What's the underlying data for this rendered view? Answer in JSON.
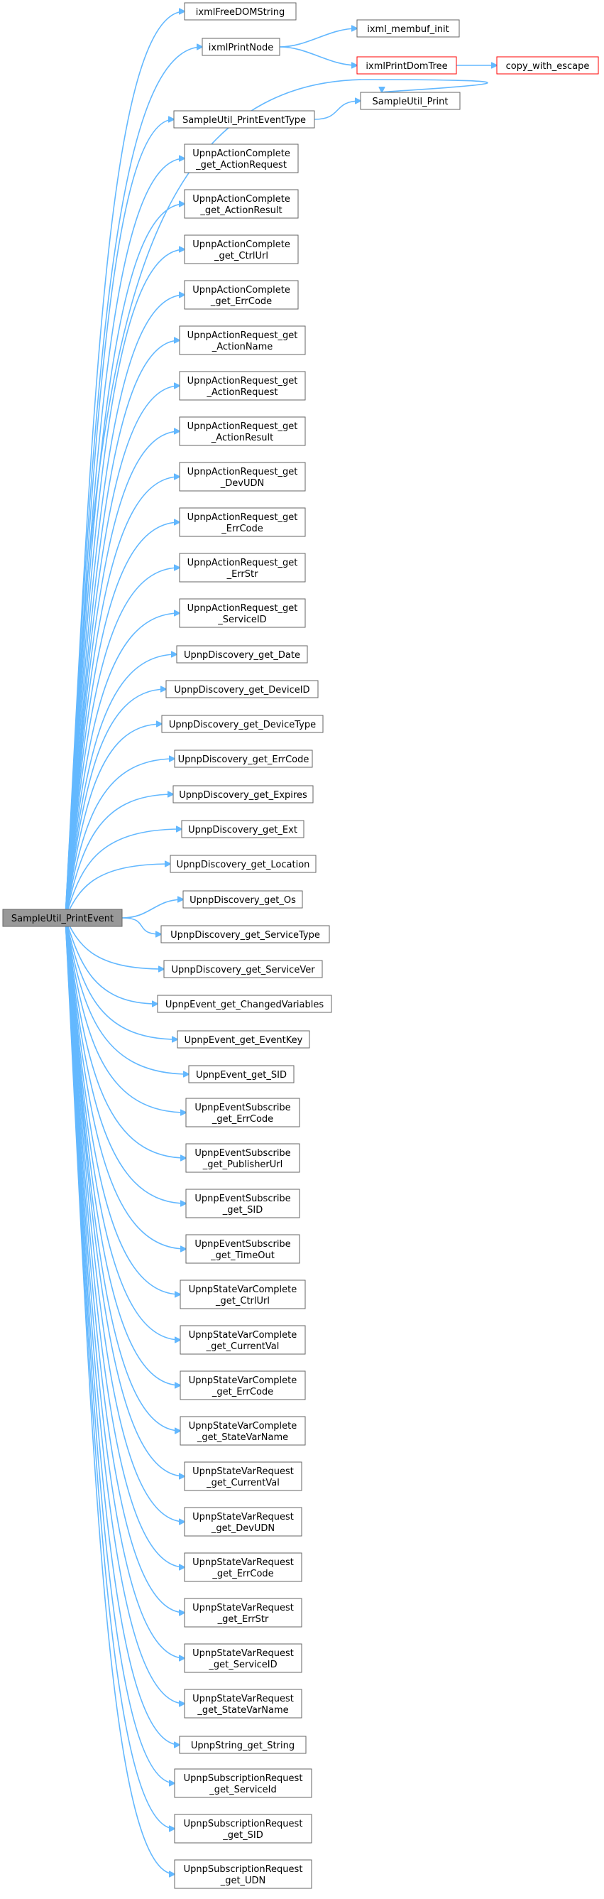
{
  "root": {
    "id": "root",
    "label": "SampleUtil_PrintEvent",
    "style": "root"
  },
  "callees": [
    {
      "id": "n1",
      "lines": [
        "ixmlFreeDOMString"
      ]
    },
    {
      "id": "n2",
      "lines": [
        "ixmlPrintNode"
      ]
    },
    {
      "id": "n3",
      "lines": [
        "SampleUtil_PrintEventType"
      ]
    },
    {
      "id": "n4",
      "lines": [
        "UpnpActionComplete",
        "_get_ActionRequest"
      ]
    },
    {
      "id": "n5",
      "lines": [
        "UpnpActionComplete",
        "_get_ActionResult"
      ]
    },
    {
      "id": "n6",
      "lines": [
        "UpnpActionComplete",
        "_get_CtrlUrl"
      ]
    },
    {
      "id": "n7",
      "lines": [
        "UpnpActionComplete",
        "_get_ErrCode"
      ]
    },
    {
      "id": "n8",
      "lines": [
        "UpnpActionRequest_get",
        "_ActionName"
      ]
    },
    {
      "id": "n9",
      "lines": [
        "UpnpActionRequest_get",
        "_ActionRequest"
      ]
    },
    {
      "id": "n10",
      "lines": [
        "UpnpActionRequest_get",
        "_ActionResult"
      ]
    },
    {
      "id": "n11",
      "lines": [
        "UpnpActionRequest_get",
        "_DevUDN"
      ]
    },
    {
      "id": "n12",
      "lines": [
        "UpnpActionRequest_get",
        "_ErrCode"
      ]
    },
    {
      "id": "n13",
      "lines": [
        "UpnpActionRequest_get",
        "_ErrStr"
      ]
    },
    {
      "id": "n14",
      "lines": [
        "UpnpActionRequest_get",
        "_ServiceID"
      ]
    },
    {
      "id": "n15",
      "lines": [
        "UpnpDiscovery_get_Date"
      ]
    },
    {
      "id": "n16",
      "lines": [
        "UpnpDiscovery_get_DeviceID"
      ]
    },
    {
      "id": "n17",
      "lines": [
        "UpnpDiscovery_get_DeviceType"
      ]
    },
    {
      "id": "n18",
      "lines": [
        "UpnpDiscovery_get_ErrCode"
      ]
    },
    {
      "id": "n19",
      "lines": [
        "UpnpDiscovery_get_Expires"
      ]
    },
    {
      "id": "n20",
      "lines": [
        "UpnpDiscovery_get_Ext"
      ]
    },
    {
      "id": "n21",
      "lines": [
        "UpnpDiscovery_get_Location"
      ]
    },
    {
      "id": "n22",
      "lines": [
        "UpnpDiscovery_get_Os"
      ]
    },
    {
      "id": "n23",
      "lines": [
        "UpnpDiscovery_get_ServiceType"
      ]
    },
    {
      "id": "n24",
      "lines": [
        "UpnpDiscovery_get_ServiceVer"
      ]
    },
    {
      "id": "n25",
      "lines": [
        "UpnpEvent_get_ChangedVariables"
      ]
    },
    {
      "id": "n26",
      "lines": [
        "UpnpEvent_get_EventKey"
      ]
    },
    {
      "id": "n27",
      "lines": [
        "UpnpEvent_get_SID"
      ]
    },
    {
      "id": "n28",
      "lines": [
        "UpnpEventSubscribe",
        "_get_ErrCode"
      ]
    },
    {
      "id": "n29",
      "lines": [
        "UpnpEventSubscribe",
        "_get_PublisherUrl"
      ]
    },
    {
      "id": "n30",
      "lines": [
        "UpnpEventSubscribe",
        "_get_SID"
      ]
    },
    {
      "id": "n31",
      "lines": [
        "UpnpEventSubscribe",
        "_get_TimeOut"
      ]
    },
    {
      "id": "n32",
      "lines": [
        "UpnpStateVarComplete",
        "_get_CtrlUrl"
      ]
    },
    {
      "id": "n33",
      "lines": [
        "UpnpStateVarComplete",
        "_get_CurrentVal"
      ]
    },
    {
      "id": "n34",
      "lines": [
        "UpnpStateVarComplete",
        "_get_ErrCode"
      ]
    },
    {
      "id": "n35",
      "lines": [
        "UpnpStateVarComplete",
        "_get_StateVarName"
      ]
    },
    {
      "id": "n36",
      "lines": [
        "UpnpStateVarRequest",
        "_get_CurrentVal"
      ]
    },
    {
      "id": "n37",
      "lines": [
        "UpnpStateVarRequest",
        "_get_DevUDN"
      ]
    },
    {
      "id": "n38",
      "lines": [
        "UpnpStateVarRequest",
        "_get_ErrCode"
      ]
    },
    {
      "id": "n39",
      "lines": [
        "UpnpStateVarRequest",
        "_get_ErrStr"
      ]
    },
    {
      "id": "n40",
      "lines": [
        "UpnpStateVarRequest",
        "_get_ServiceID"
      ]
    },
    {
      "id": "n41",
      "lines": [
        "UpnpStateVarRequest",
        "_get_StateVarName"
      ]
    },
    {
      "id": "n42",
      "lines": [
        "UpnpString_get_String"
      ]
    },
    {
      "id": "n43",
      "lines": [
        "UpnpSubscriptionRequest",
        "_get_ServiceId"
      ]
    },
    {
      "id": "n44",
      "lines": [
        "UpnpSubscriptionRequest",
        "_get_SID"
      ]
    },
    {
      "id": "n45",
      "lines": [
        "UpnpSubscriptionRequest",
        "_get_UDN"
      ]
    }
  ],
  "secondary": [
    {
      "id": "s1",
      "lines": [
        "ixml_membuf_init"
      ]
    },
    {
      "id": "s2",
      "lines": [
        "ixmlPrintDomTree"
      ],
      "style": "red"
    },
    {
      "id": "s3",
      "lines": [
        "SampleUtil_Print"
      ]
    },
    {
      "id": "s4",
      "lines": [
        "copy_with_escape"
      ],
      "style": "red"
    }
  ],
  "edges": [
    [
      "root",
      "n1"
    ],
    [
      "root",
      "n2"
    ],
    [
      "root",
      "n3"
    ],
    [
      "root",
      "s3"
    ],
    [
      "root",
      "n4"
    ],
    [
      "root",
      "n5"
    ],
    [
      "root",
      "n6"
    ],
    [
      "root",
      "n7"
    ],
    [
      "root",
      "n8"
    ],
    [
      "root",
      "n9"
    ],
    [
      "root",
      "n10"
    ],
    [
      "root",
      "n11"
    ],
    [
      "root",
      "n12"
    ],
    [
      "root",
      "n13"
    ],
    [
      "root",
      "n14"
    ],
    [
      "root",
      "n15"
    ],
    [
      "root",
      "n16"
    ],
    [
      "root",
      "n17"
    ],
    [
      "root",
      "n18"
    ],
    [
      "root",
      "n19"
    ],
    [
      "root",
      "n20"
    ],
    [
      "root",
      "n21"
    ],
    [
      "root",
      "n22"
    ],
    [
      "root",
      "n23"
    ],
    [
      "root",
      "n24"
    ],
    [
      "root",
      "n25"
    ],
    [
      "root",
      "n26"
    ],
    [
      "root",
      "n27"
    ],
    [
      "root",
      "n28"
    ],
    [
      "root",
      "n29"
    ],
    [
      "root",
      "n30"
    ],
    [
      "root",
      "n31"
    ],
    [
      "root",
      "n32"
    ],
    [
      "root",
      "n33"
    ],
    [
      "root",
      "n34"
    ],
    [
      "root",
      "n35"
    ],
    [
      "root",
      "n36"
    ],
    [
      "root",
      "n37"
    ],
    [
      "root",
      "n38"
    ],
    [
      "root",
      "n39"
    ],
    [
      "root",
      "n40"
    ],
    [
      "root",
      "n41"
    ],
    [
      "root",
      "n42"
    ],
    [
      "root",
      "n43"
    ],
    [
      "root",
      "n44"
    ],
    [
      "root",
      "n45"
    ],
    [
      "n2",
      "s1"
    ],
    [
      "n2",
      "s2"
    ],
    [
      "s2",
      "s4"
    ],
    [
      "n3",
      "s3"
    ]
  ],
  "colors": {
    "edge": "#63b8ff",
    "node_border": "#666666",
    "highlight_border": "#ff0000",
    "root_fill": "#999999"
  }
}
